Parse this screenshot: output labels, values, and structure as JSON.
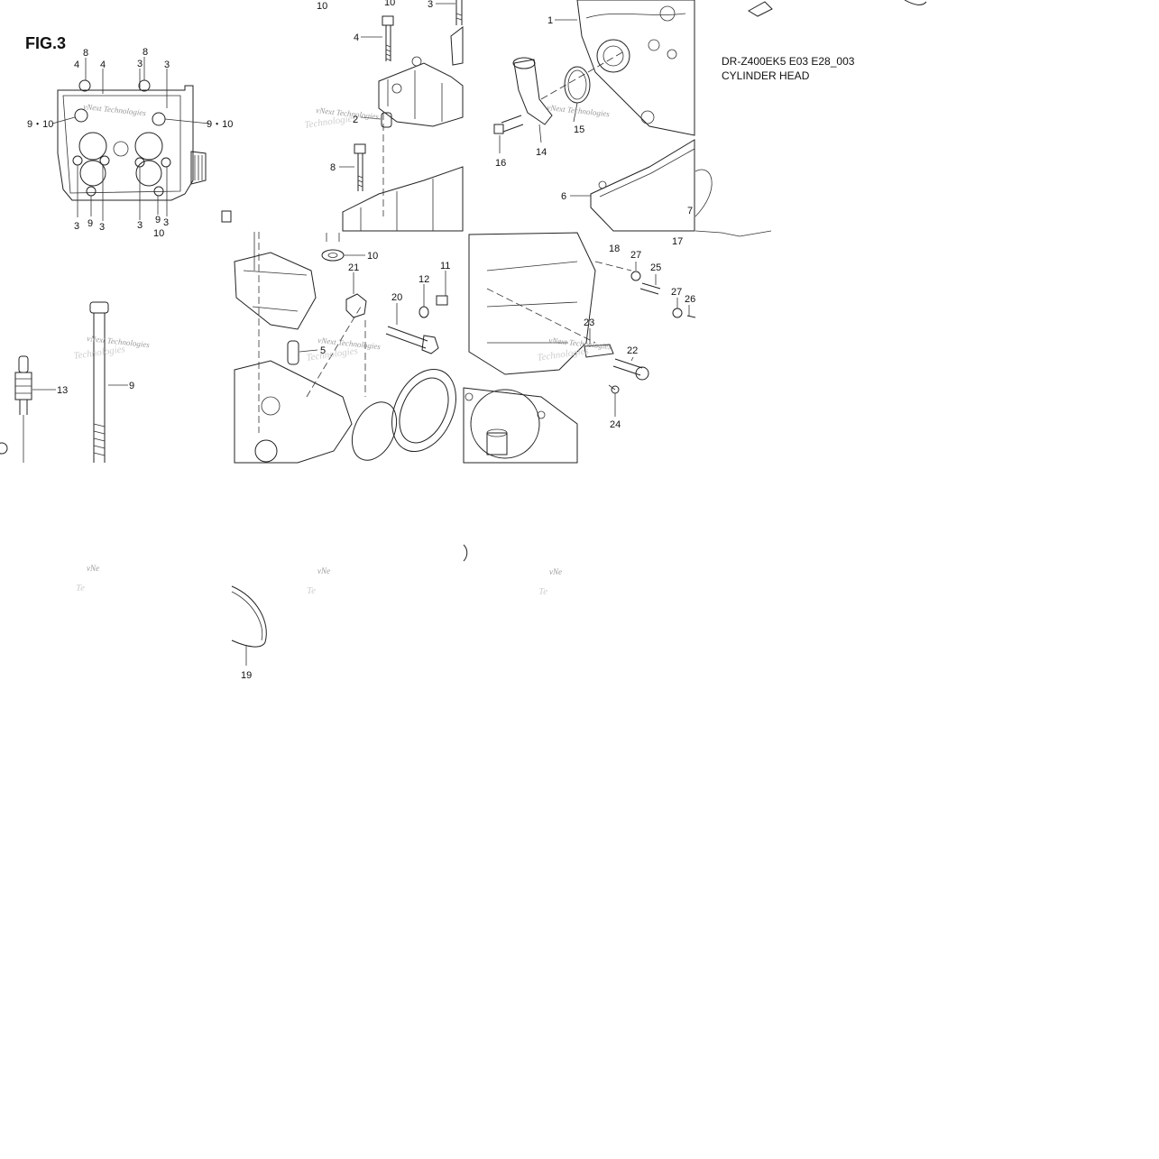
{
  "figure": {
    "title": "FIG.3",
    "model_code": "DR-Z400EK5 E03 E28_003",
    "section_name": "CYLINDER HEAD",
    "watermark": "vNext Technologies"
  },
  "callouts": [
    {
      "id": "c-10-top",
      "text": "10"
    },
    {
      "id": "c-10-top2",
      "text": "10"
    },
    {
      "id": "c-3-top",
      "text": "3"
    },
    {
      "id": "c-1",
      "text": "1"
    },
    {
      "id": "c-4-mid",
      "text": "4"
    },
    {
      "id": "c-2",
      "text": "2"
    },
    {
      "id": "c-8-mid",
      "text": "8"
    },
    {
      "id": "c-16",
      "text": "16"
    },
    {
      "id": "c-14",
      "text": "14"
    },
    {
      "id": "c-15",
      "text": "15"
    },
    {
      "id": "c-6",
      "text": "6"
    },
    {
      "id": "c-7",
      "text": "7"
    },
    {
      "id": "c-17",
      "text": "17"
    },
    {
      "id": "c-18",
      "text": "18"
    },
    {
      "id": "c-27a",
      "text": "27"
    },
    {
      "id": "c-25",
      "text": "25"
    },
    {
      "id": "c-27b",
      "text": "27"
    },
    {
      "id": "c-26",
      "text": "26"
    },
    {
      "id": "c-10-mid",
      "text": "10"
    },
    {
      "id": "c-21",
      "text": "21"
    },
    {
      "id": "c-12",
      "text": "12"
    },
    {
      "id": "c-11",
      "text": "11"
    },
    {
      "id": "c-20",
      "text": "20"
    },
    {
      "id": "c-5",
      "text": "5"
    },
    {
      "id": "c-23",
      "text": "23"
    },
    {
      "id": "c-22",
      "text": "22"
    },
    {
      "id": "c-24",
      "text": "24"
    },
    {
      "id": "c-13",
      "text": "13"
    },
    {
      "id": "c-9-long",
      "text": "9"
    },
    {
      "id": "c-19",
      "text": "19"
    },
    {
      "id": "f-8a",
      "text": "8"
    },
    {
      "id": "f-4a",
      "text": "4"
    },
    {
      "id": "f-4b",
      "text": "4"
    },
    {
      "id": "f-8b",
      "text": "8"
    },
    {
      "id": "f-3a",
      "text": "3"
    },
    {
      "id": "f-3b",
      "text": "3"
    },
    {
      "id": "f-910a",
      "text": "9・10"
    },
    {
      "id": "f-910b",
      "text": "9・10"
    },
    {
      "id": "f-3c",
      "text": "3"
    },
    {
      "id": "f-9a",
      "text": "9"
    },
    {
      "id": "f-3d",
      "text": "3"
    },
    {
      "id": "f-3e",
      "text": "3"
    },
    {
      "id": "f-9b",
      "text": "9"
    },
    {
      "id": "f-3f",
      "text": "3"
    },
    {
      "id": "f-10",
      "text": "10"
    }
  ]
}
